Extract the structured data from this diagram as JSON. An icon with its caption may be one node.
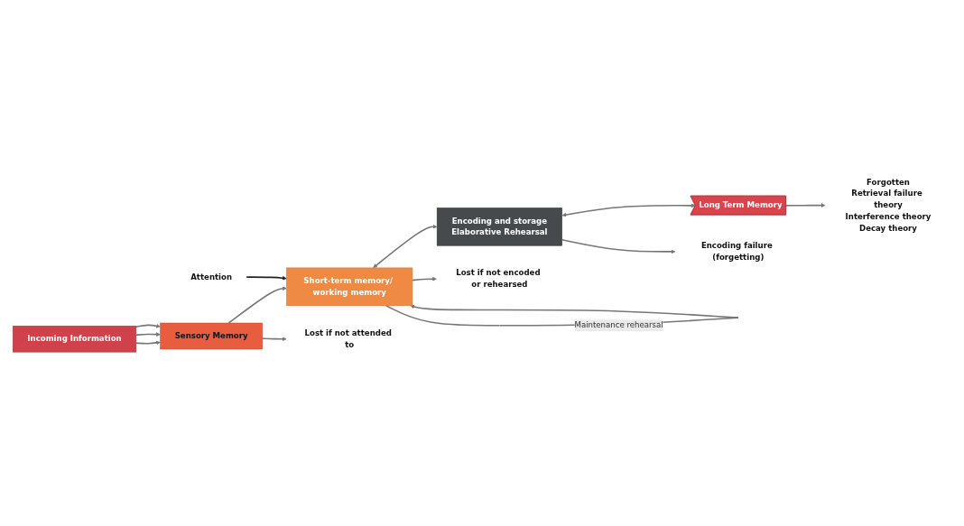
{
  "diagram": {
    "nodes": [
      {
        "text": [
          "Incoming Information"
        ]
      },
      {
        "text": [
          "Sensory Memory"
        ]
      },
      {
        "text": [
          "Short-term memory/ working memory"
        ]
      },
      {
        "text": [
          "Encoding and storage",
          "Elaborative Rehearsal"
        ]
      },
      {
        "text": [
          "Long Term Memory"
        ]
      },
      {
        "text": [
          "Lost if not attended to"
        ]
      },
      {
        "text": [
          "Lost if not encoded or rehearsed"
        ]
      },
      {
        "text": [
          "Encoding failure (forgetting)"
        ]
      },
      {
        "text": [
          "Forgotten",
          "Retrieval failure theory",
          "Interference theory",
          "Decay theory"
        ]
      },
      {
        "text": [
          "Attention"
        ]
      }
    ],
    "edges": [
      {
        "from": 0,
        "to": 1,
        "arrow": "to"
      },
      {
        "from": 0,
        "to": 1,
        "arrow": "to"
      },
      {
        "from": 0,
        "to": 1,
        "arrow": "to"
      },
      {
        "from": 1,
        "to": 2,
        "arrow": "to"
      },
      {
        "from": 2,
        "to": 3,
        "arrow": "both"
      },
      {
        "from": 3,
        "to": 4,
        "arrow": "both"
      },
      {
        "from": 1,
        "to": 5,
        "arrow": "to"
      },
      {
        "from": 2,
        "to": 6,
        "arrow": "to"
      },
      {
        "from": 3,
        "to": 7,
        "arrow": "to"
      },
      {
        "from": 4,
        "to": 8,
        "arrow": "to"
      },
      {
        "from": 9,
        "to": 2,
        "arrow": "to",
        "color": "#222222"
      },
      {
        "from": 2,
        "to": 2,
        "arrow": "to",
        "label": "Maintenance rehearsal"
      }
    ]
  }
}
